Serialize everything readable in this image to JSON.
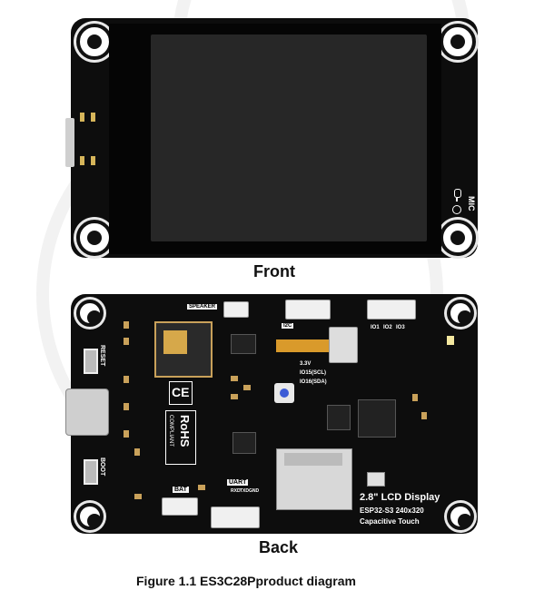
{
  "front": {
    "caption": "Front",
    "mic_label": "MIC"
  },
  "back": {
    "caption": "Back",
    "labels": {
      "speaker": "SPEAKER",
      "i2c": "I2C",
      "io1": "IO1",
      "io2": "IO2",
      "io3": "IO3",
      "reset": "RESET",
      "boot": "BOOT",
      "bat": "BAT",
      "uart": "UART",
      "rxd": "RXD",
      "txd": "TXD",
      "gnd": "GND",
      "v33": "3.3V",
      "io15scl": "IO15(SCL)",
      "io16sda": "IO16(SDA)",
      "ce": "CE",
      "rohs": "RoHS",
      "compliant": "COMPLIANT"
    },
    "product": {
      "line1": "2.8\" LCD Display",
      "line2": "ESP32-S3  240x320",
      "line3": "Capacitive Touch"
    }
  },
  "figure_caption": "Figure 1.1 ES3C28Pproduct diagram",
  "colors": {
    "board": "#0d0d0d",
    "screen": "#272727",
    "gold": "#d6b55a",
    "flex": "#d99a2b"
  }
}
